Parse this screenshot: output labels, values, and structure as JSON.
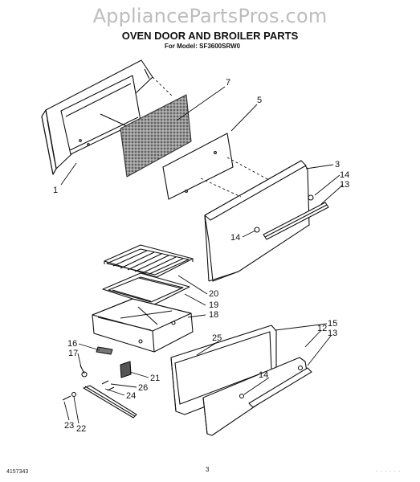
{
  "watermark": "AppliancePartsPros.com",
  "title": "OVEN DOOR AND BROILER PARTS",
  "subtitle": "For Model: SF3600SRW0",
  "footer": {
    "doc_number": "4157343",
    "page": "3",
    "right_mark": "- - - - - -"
  },
  "callouts": {
    "c1": "1",
    "c7": "7",
    "c5": "5",
    "c3": "3",
    "c14a": "14",
    "c13a": "13",
    "c14b": "14",
    "c20": "20",
    "c19": "19",
    "c18": "18",
    "c16": "16",
    "c17": "17",
    "c25": "25",
    "c21": "21",
    "c26": "26",
    "c24": "24",
    "c23": "23",
    "c22": "22",
    "c15": "15",
    "c12": "12",
    "c13b": "13",
    "c14c": "14"
  },
  "colors": {
    "ink": "#111111",
    "watermark": "#bdbdbd",
    "insulation": "#6f6f6f"
  }
}
